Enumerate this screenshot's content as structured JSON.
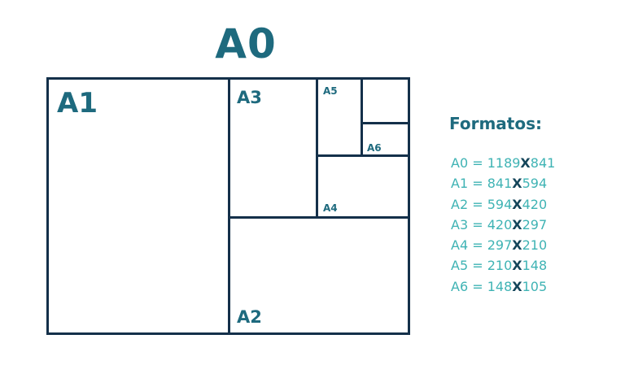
{
  "diagram": {
    "title": "A0",
    "labels": {
      "a1": "A1",
      "a2": "A2",
      "a3": "A3",
      "a4": "A4",
      "a5": "A5",
      "a6": "A6"
    },
    "colors": {
      "line": "#14304a",
      "label": "#1e6a7e",
      "legend_text": "#3fb3b4",
      "legend_x": "#14455a"
    }
  },
  "legend": {
    "title": "Formatos:",
    "rows": [
      {
        "name": "A0",
        "eq": " = ",
        "w": "1189",
        "x": "X",
        "h": "841"
      },
      {
        "name": "A1",
        "eq": " = ",
        "w": "841",
        "x": "X",
        "h": "594"
      },
      {
        "name": "A2",
        "eq": " = ",
        "w": "594",
        "x": "X",
        "h": "420"
      },
      {
        "name": "A3",
        "eq": " = ",
        "w": "420",
        "x": "X",
        "h": "297"
      },
      {
        "name": "A4",
        "eq": " = ",
        "w": "297",
        "x": "X",
        "h": "210"
      },
      {
        "name": "A5",
        "eq": " = ",
        "w": "210",
        "x": "X",
        "h": "148"
      },
      {
        "name": "A6",
        "eq": " = ",
        "w": "148",
        "x": "X",
        "h": "105"
      }
    ]
  }
}
